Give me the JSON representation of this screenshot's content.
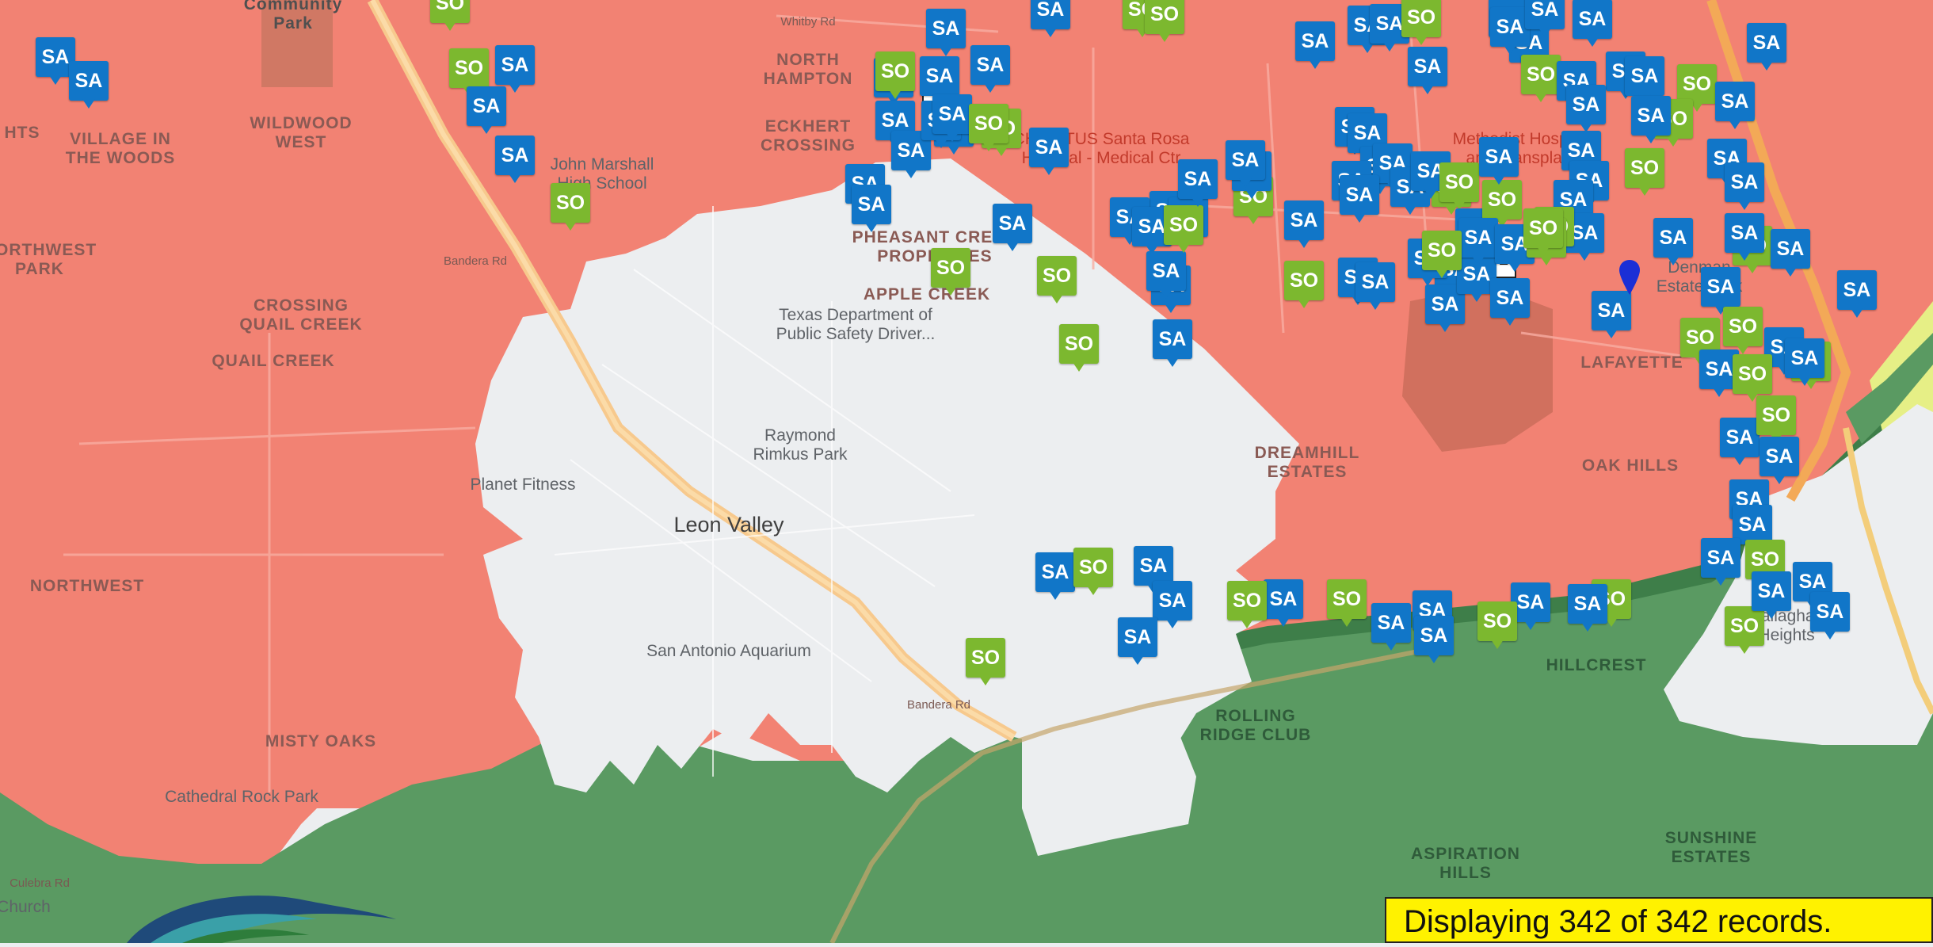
{
  "labels": {
    "community_park": "Community\nPark",
    "whitby": "Whitby Rd",
    "north_hampton": "NORTH\nHAMPTON",
    "village_woods": "VILLAGE IN\nTHE WOODS",
    "wildwood_west": "WILDWOOD\nWEST",
    "eckhert": "ECKHERT\nCROSSING",
    "christus": "CHRISTUS Santa Rosa\nHospital - Medical Ctr",
    "methodist": "Methodist Hospital\nand Transplant",
    "john_marshall": "John Marshall\nHigh School",
    "pheasant": "PHEASANT CREEK\nPROPERTIES",
    "apple_creek": "APPLE CREEK",
    "northwest_park": "NORTHWEST\nPARK",
    "crossing_quail": "CROSSING\nQUAIL CREEK",
    "quail_creek": "QUAIL CREEK",
    "tx_dps": "Texas Department of\nPublic Safety Driver...",
    "raymond": "Raymond\nRimkus Park",
    "planet_fitness": "Planet Fitness",
    "leon_valley": "Leon Valley",
    "dreamhill": "DREAMHILL\nESTATES",
    "oak_hills": "OAK HILLS",
    "denman": "Denman\nEstate Park",
    "lafayette": "LAFAYETTE",
    "northwest2": "NORTHWEST",
    "sa_aquarium": "San Antonio Aquarium",
    "hillcrest": "HILLCREST",
    "rolling_ridge": "ROLLING\nRIDGE CLUB",
    "misty_oaks": "MISTY OAKS",
    "cathedral": "Cathedral Rock Park",
    "sunshine": "SUNSHINE\nESTATES",
    "aspiration": "ASPIRATION\nHILLS",
    "callaghan_heights": "Callaghan\nHeights",
    "bandera_rd": "Bandera Rd",
    "bandera_rd2": "Bandera Rd",
    "culebra": "Culebra Rd",
    "church": "Church",
    "hts": "HTS"
  },
  "markers": [
    {
      "t": "SA"
    },
    {
      "t": "SA"
    },
    {
      "t": "SO"
    },
    {
      "t": "SA"
    },
    {
      "t": "SA"
    },
    {
      "t": "SA"
    },
    {
      "t": "SO"
    },
    {
      "t": "SO"
    },
    {
      "t": "SA"
    },
    {
      "t": "SA"
    },
    {
      "t": "SA"
    },
    {
      "t": "SO"
    },
    {
      "t": "SA"
    },
    {
      "t": "SA"
    },
    {
      "t": "SO"
    },
    {
      "t": "SA"
    },
    {
      "t": "SA"
    },
    {
      "t": "SA"
    },
    {
      "t": "SO"
    },
    {
      "t": "SO"
    },
    {
      "t": "SA"
    },
    {
      "t": "SA"
    },
    {
      "t": "SA"
    },
    {
      "t": "SA"
    },
    {
      "t": "SO"
    },
    {
      "t": "SA"
    },
    {
      "t": "SO"
    },
    {
      "t": "SO"
    },
    {
      "t": "SO"
    },
    {
      "t": "SA"
    },
    {
      "t": "SA"
    },
    {
      "t": "SA"
    },
    {
      "t": "SA"
    },
    {
      "t": "SA"
    },
    {
      "t": "SA"
    },
    {
      "t": "SA"
    },
    {
      "t": "SA"
    },
    {
      "t": "SO"
    },
    {
      "t": "SO"
    },
    {
      "t": "SA"
    },
    {
      "t": "SA"
    },
    {
      "t": "SA"
    },
    {
      "t": "SA"
    },
    {
      "t": "SA"
    },
    {
      "t": "SA"
    },
    {
      "t": "SO"
    },
    {
      "t": "SA"
    },
    {
      "t": "SA"
    },
    {
      "t": "SA"
    },
    {
      "t": "SA"
    },
    {
      "t": "SA"
    },
    {
      "t": "SO"
    },
    {
      "t": "SA"
    },
    {
      "t": "SA"
    },
    {
      "t": "SA"
    },
    {
      "t": "SO"
    },
    {
      "t": "SA"
    },
    {
      "t": "SA"
    },
    {
      "t": "SA"
    },
    {
      "t": "SA"
    },
    {
      "t": "SO"
    },
    {
      "t": "SA"
    },
    {
      "t": "SA"
    },
    {
      "t": "SA"
    },
    {
      "t": "SA"
    },
    {
      "t": "SA"
    },
    {
      "t": "SO"
    },
    {
      "t": "SA"
    },
    {
      "t": "SA"
    },
    {
      "t": "SA"
    },
    {
      "t": "SA"
    },
    {
      "t": "SO"
    },
    {
      "t": "SA"
    },
    {
      "t": "SA"
    },
    {
      "t": "SO"
    },
    {
      "t": "SA"
    },
    {
      "t": "SA"
    },
    {
      "t": "SA"
    },
    {
      "t": "SA"
    },
    {
      "t": "SA"
    },
    {
      "t": "SO"
    },
    {
      "t": "SA"
    },
    {
      "t": "SA"
    },
    {
      "t": "SA"
    },
    {
      "t": "SO"
    },
    {
      "t": "SO"
    },
    {
      "t": "SA"
    },
    {
      "t": "SA"
    },
    {
      "t": "SO"
    },
    {
      "t": "SA"
    },
    {
      "t": "SA"
    },
    {
      "t": "SO"
    },
    {
      "t": "SA"
    },
    {
      "t": "SA"
    },
    {
      "t": "SO"
    },
    {
      "t": "SA"
    },
    {
      "t": "SA"
    },
    {
      "t": "SA"
    },
    {
      "t": "SA"
    },
    {
      "t": "SO"
    },
    {
      "t": "SA"
    },
    {
      "t": "SO"
    },
    {
      "t": "SA"
    },
    {
      "t": "SA"
    },
    {
      "t": "SO"
    },
    {
      "t": "SA"
    },
    {
      "t": "SA"
    },
    {
      "t": "SA"
    },
    {
      "t": "SA"
    },
    {
      "t": "SO"
    },
    {
      "t": "SO"
    },
    {
      "t": "SA"
    },
    {
      "t": "SO"
    },
    {
      "t": "SA"
    },
    {
      "t": "SA"
    },
    {
      "t": "SA"
    },
    {
      "t": "SA"
    },
    {
      "t": "SO"
    },
    {
      "t": "SA"
    },
    {
      "t": "SA"
    },
    {
      "t": "SO"
    },
    {
      "t": "SA"
    },
    {
      "t": "SO"
    },
    {
      "t": "SA"
    },
    {
      "t": "SA"
    },
    {
      "t": "SO"
    },
    {
      "t": "SA"
    },
    {
      "t": "SA"
    },
    {
      "t": "SA"
    },
    {
      "t": "SO"
    },
    {
      "t": "SA"
    },
    {
      "t": "SO"
    },
    {
      "t": "SA"
    },
    {
      "t": "SO"
    },
    {
      "t": "SA"
    },
    {
      "t": "SA"
    },
    {
      "t": "SA"
    },
    {
      "t": "SO"
    },
    {
      "t": "SA"
    },
    {
      "t": "SO"
    },
    {
      "t": "SA"
    },
    {
      "t": "SA"
    },
    {
      "t": "SO"
    },
    {
      "t": "SA"
    },
    {
      "t": "SA"
    },
    {
      "t": "SO"
    },
    {
      "t": "SO"
    },
    {
      "t": "SA"
    }
  ],
  "status": {
    "records_text": "Displaying 342 of 342 records."
  },
  "colors": {
    "zone_red": "#f28273",
    "zone_green": "#5a9a62",
    "zone_white": "#eceef0",
    "zone_yellow": "#e8f07a",
    "marker_sa": "#1176c8",
    "marker_so": "#7cb82f",
    "banner": "#fff200"
  },
  "icons": {
    "pin": "map-pin-icon",
    "poi": "poi-icon"
  }
}
